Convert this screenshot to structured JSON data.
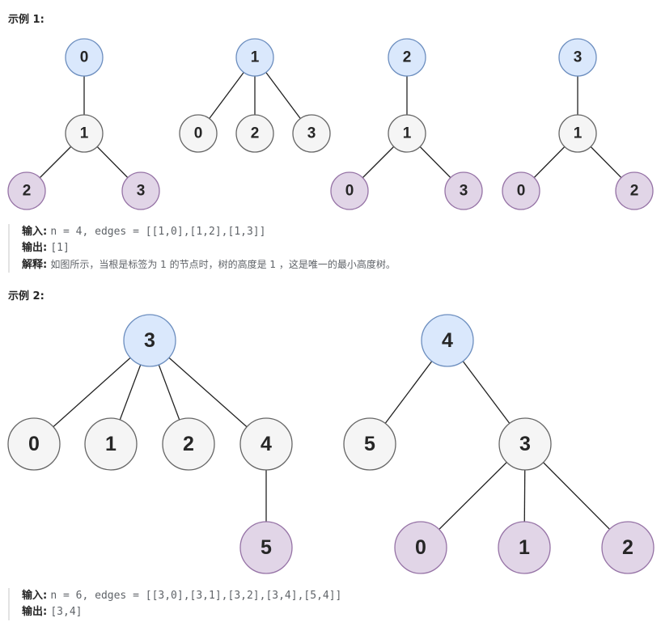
{
  "colors": {
    "root_fill": "#dae8fc",
    "root_stroke": "#6c8ebf",
    "mid_fill": "#f5f5f5",
    "mid_stroke": "#666666",
    "leaf_fill": "#e1d5e7",
    "leaf_stroke": "#9673a6"
  },
  "example1": {
    "title": "示例 1:",
    "input_label": "输入:",
    "input_value": "n = 4, edges = [[1,0],[1,2],[1,3]]",
    "output_label": "输出:",
    "output_value": "[1]",
    "explain_label": "解释:",
    "explain_value": "如图所示，当根是标签为 1 的节点时，树的高度是 1 ，这是唯一的最小高度树。",
    "trees": [
      {
        "nodes": [
          {
            "label": "0",
            "role": "root"
          },
          {
            "label": "1",
            "role": "mid"
          },
          {
            "label": "2",
            "role": "leaf"
          },
          {
            "label": "3",
            "role": "leaf"
          }
        ],
        "edges": [
          [
            0,
            1
          ],
          [
            1,
            2
          ],
          [
            1,
            3
          ]
        ]
      },
      {
        "nodes": [
          {
            "label": "1",
            "role": "root"
          },
          {
            "label": "0",
            "role": "mid"
          },
          {
            "label": "2",
            "role": "mid"
          },
          {
            "label": "3",
            "role": "mid"
          }
        ],
        "edges": [
          [
            0,
            1
          ],
          [
            0,
            2
          ],
          [
            0,
            3
          ]
        ]
      },
      {
        "nodes": [
          {
            "label": "2",
            "role": "root"
          },
          {
            "label": "1",
            "role": "mid"
          },
          {
            "label": "0",
            "role": "leaf"
          },
          {
            "label": "3",
            "role": "leaf"
          }
        ],
        "edges": [
          [
            0,
            1
          ],
          [
            1,
            2
          ],
          [
            1,
            3
          ]
        ]
      },
      {
        "nodes": [
          {
            "label": "3",
            "role": "root"
          },
          {
            "label": "1",
            "role": "mid"
          },
          {
            "label": "0",
            "role": "leaf"
          },
          {
            "label": "2",
            "role": "leaf"
          }
        ],
        "edges": [
          [
            0,
            1
          ],
          [
            1,
            2
          ],
          [
            1,
            3
          ]
        ]
      }
    ]
  },
  "example2": {
    "title": "示例 2:",
    "input_label": "输入:",
    "input_value": "n = 6, edges = [[3,0],[3,1],[3,2],[3,4],[5,4]]",
    "output_label": "输出:",
    "output_value": "[3,4]",
    "trees": [
      {
        "nodes": [
          {
            "label": "3",
            "role": "root"
          },
          {
            "label": "0",
            "role": "mid"
          },
          {
            "label": "1",
            "role": "mid"
          },
          {
            "label": "2",
            "role": "mid"
          },
          {
            "label": "4",
            "role": "mid"
          },
          {
            "label": "5",
            "role": "leaf"
          }
        ],
        "edges": [
          [
            0,
            1
          ],
          [
            0,
            2
          ],
          [
            0,
            3
          ],
          [
            0,
            4
          ],
          [
            4,
            5
          ]
        ]
      },
      {
        "nodes": [
          {
            "label": "4",
            "role": "root"
          },
          {
            "label": "5",
            "role": "mid"
          },
          {
            "label": "3",
            "role": "mid"
          },
          {
            "label": "0",
            "role": "leaf"
          },
          {
            "label": "1",
            "role": "leaf"
          },
          {
            "label": "2",
            "role": "leaf"
          }
        ],
        "edges": [
          [
            0,
            1
          ],
          [
            0,
            2
          ],
          [
            2,
            3
          ],
          [
            2,
            4
          ],
          [
            2,
            5
          ]
        ]
      }
    ]
  }
}
